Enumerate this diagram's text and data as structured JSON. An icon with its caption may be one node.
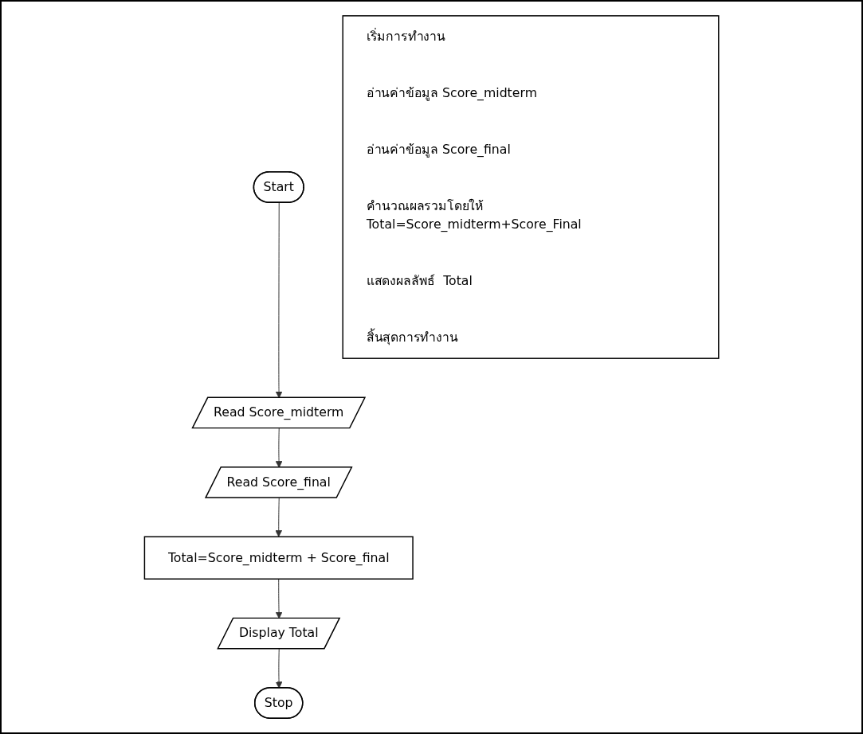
{
  "diagram": {
    "nodes": [
      {
        "text": [
          "Start"
        ]
      },
      {
        "text": [
          "Read Score_midterm"
        ]
      },
      {
        "text": [
          "Read Score_final"
        ]
      },
      {
        "text": [
          "Total=Score_midterm + Score_final"
        ]
      },
      {
        "text": [
          "Display Total"
        ]
      },
      {
        "text": [
          "Stop"
        ]
      },
      {
        "text": [
          "เริ่มการทำงาน",
          "อ่านค่าข้อมูล Score_midterm",
          "อ่านค่าข้อมูล Score_final",
          "คำนวณผลรวมโดยให้ Total=Score_midterm+Score_Final",
          "แสดงผลลัพธ์  Total",
          "สิ้นสุดการทำงาน"
        ]
      }
    ],
    "edges": [
      {
        "from": 0,
        "to": 1,
        "arrow": "to"
      },
      {
        "from": 1,
        "to": 2,
        "arrow": "to"
      },
      {
        "from": 2,
        "to": 3,
        "arrow": "to"
      },
      {
        "from": 3,
        "to": 4,
        "arrow": "to"
      },
      {
        "from": 4,
        "to": 5,
        "arrow": "to"
      }
    ]
  }
}
